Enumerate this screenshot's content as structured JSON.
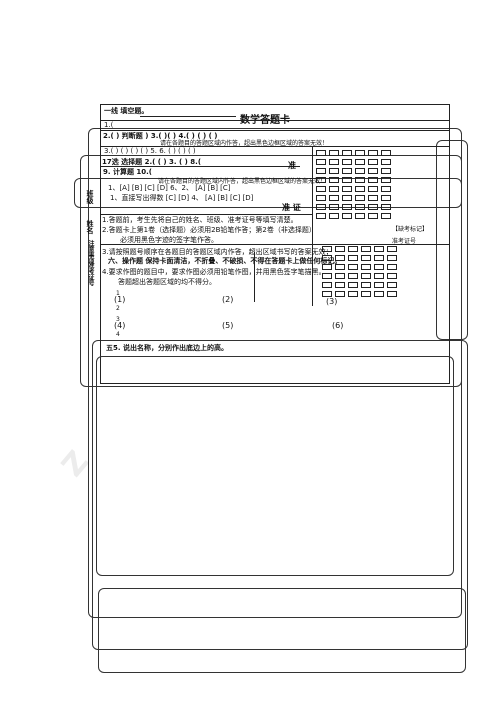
{
  "watermark": "Z",
  "header": {
    "title_field": "一线 填空题。",
    "sheet_title": "数学答题卡"
  },
  "judge": {
    "q1": "1.(",
    "row2": "2.( ) 判断题 ) 3.( )( ) 4.( ) ( ) ( )",
    "label": "判断题",
    "instruction": "请在各题目的答题区域内作答，超出黑色边框区域的答案无效！",
    "row3": "3.( ) ( ) ( ) ( ) 5. 6. ( ) ( ) ( )",
    "row17": "17选 选择题 2.( ( ) 3. ( ) 8.(",
    "row9": "9. 计算题 10.("
  },
  "choice": {
    "instruction": "请在各题目的答题区域内作答，超出黑色边框区域的答案无效！",
    "line1": "1、[A] [B] [C] [D] 6、2、 [A] [B] [C]",
    "line2": "1、直接写出得数 [C] [D] 4、 [A] [B] [C] [D]"
  },
  "side": {
    "dept": "班级",
    "name": "姓名",
    "notes": "注意事项",
    "exam_no": "准考证号"
  },
  "zhun": "准",
  "zhun_zheng": "准 证",
  "notes": {
    "n1": "1.答题前，考生先将自己的姓名、班级、准考证号等填写清楚。",
    "n2": "2.答题卡上第1卷（选择题）必须用2B铅笔作答；第2卷（非选择题）",
    "n2b": "必须用黑色字迹的签字笔作答。",
    "n3": "3.请按照题号顺序在各题目的答题区域内作答，超出区域书写的答案无效；",
    "n3b": "六、操作题 保持卡面清洁，不折叠、不破损、不得在答题卡上做任何标记。",
    "n4": "4.要求作图的题目中，要求作图必须用铅笔作图，并用黑色签字笔描黑。",
    "n4b": "答题超出答题区域的均不得分。",
    "marker": "【缺考标记】",
    "exam_number_label": "准考证号"
  },
  "calc": {
    "i1": "(1)",
    "i2": "(2)",
    "i3": "(3)",
    "i4": "(4)",
    "i5": "(5)",
    "i6": "(6)",
    "frac1": "1",
    "frac2": "2",
    "frac3": "3",
    "frac4": "4"
  },
  "q5": "五5. 说出名称，分别作出底边上的高。"
}
